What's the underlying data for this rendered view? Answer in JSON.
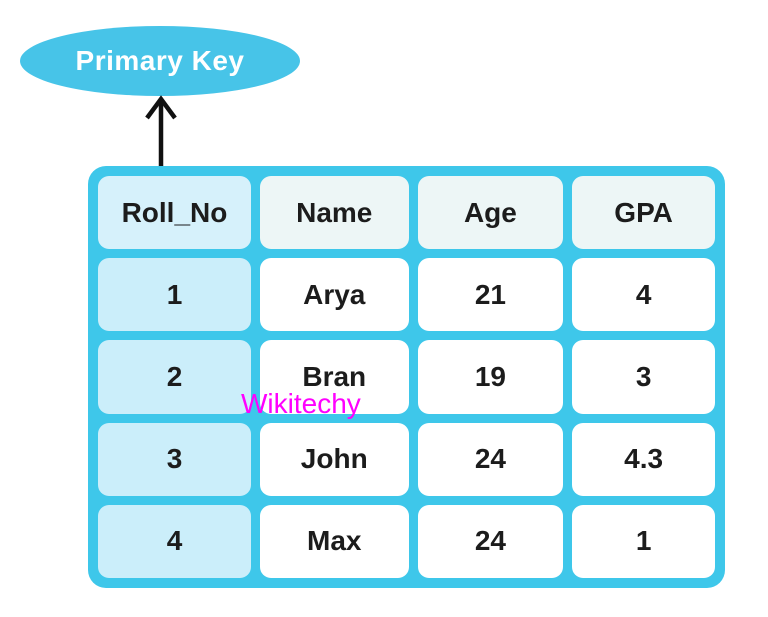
{
  "label": {
    "text": "Primary Key"
  },
  "watermark": {
    "text": "Wikitechy"
  },
  "colors": {
    "frame": "#3ec7ea",
    "ellipse": "#47c4e8",
    "key_header_bg": "#d6f1fb",
    "key_cell_bg": "#cbeefa",
    "header_bg": "#edf6f6",
    "cell_bg": "#ffffff",
    "text": "#1c1c1c",
    "watermark": "#ff00ff",
    "arrow": "#111111"
  },
  "table": {
    "columns": [
      "Roll_No",
      "Name",
      "Age",
      "GPA"
    ],
    "rows": [
      [
        "1",
        "Arya",
        "21",
        "4"
      ],
      [
        "2",
        "Bran",
        "19",
        "3"
      ],
      [
        "3",
        "John",
        "24",
        "4.3"
      ],
      [
        "4",
        "Max",
        "24",
        "1"
      ]
    ]
  }
}
